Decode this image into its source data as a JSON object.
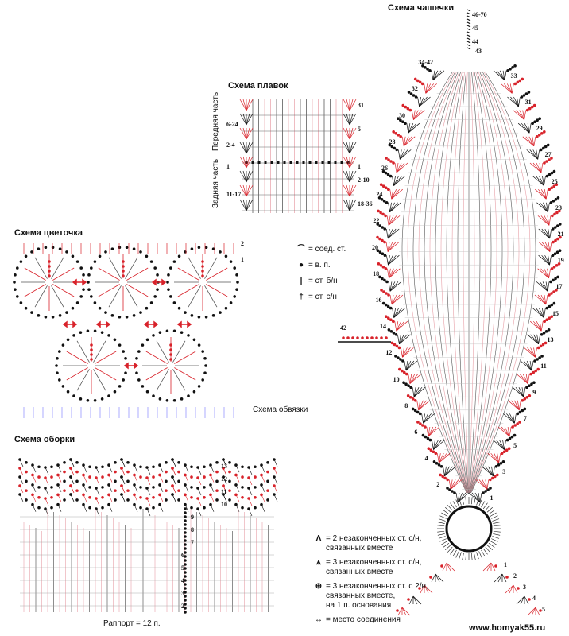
{
  "colors": {
    "ink": "#111111",
    "red": "#d8222a",
    "pink": "#e8a0a8"
  },
  "cup": {
    "title": "Схема чашечки",
    "top_labels": [
      "46-70",
      "45",
      "44"
    ],
    "left_labels": [
      "34-42",
      "32",
      "30",
      "28",
      "26",
      "24",
      "22",
      "20",
      "18",
      "16",
      "14",
      "12",
      "10",
      "8",
      "6",
      "4",
      "2"
    ],
    "right_labels": [
      "43",
      "33",
      "31",
      "29",
      "27",
      "25",
      "23",
      "21",
      "19",
      "17",
      "15",
      "13",
      "11",
      "9",
      "7",
      "5",
      "3",
      "1"
    ],
    "strand_label": "42",
    "bottom_labels": [
      "1",
      "2",
      "3",
      "4",
      "5"
    ]
  },
  "fins": {
    "title": "Схема плавок",
    "front": "Передняя часть",
    "back": "Задняя часть",
    "left_labels": [
      "6-24",
      "2-4",
      "1",
      "11-17"
    ],
    "right_labels": [
      "31",
      "5",
      "1",
      "2-10",
      "18-36"
    ]
  },
  "flower": {
    "title": "Схема цветочка",
    "edging_title": "Схема обвязки",
    "row_labels": [
      "2",
      "1"
    ]
  },
  "legend_basic": [
    {
      "icon": "slip-stitch-icon",
      "text": "= соед. ст."
    },
    {
      "icon": "chain-icon",
      "text": "= в. п."
    },
    {
      "icon": "single-crochet-icon",
      "text": "= ст. б/н"
    },
    {
      "icon": "double-crochet-icon",
      "text": "= ст. с/н"
    }
  ],
  "frill": {
    "title": "Схема оборки",
    "repeat": "Раппорт = 12 п.",
    "row_labels": [
      "13",
      "12",
      "11",
      "10",
      "9",
      "8",
      "7",
      "6",
      "5",
      "4",
      "3",
      "2"
    ]
  },
  "legend_advanced": [
    {
      "icon": "two-dc-together-icon",
      "text": "= 2 незаконченных ст. с/н,\nсвязанных вместе"
    },
    {
      "icon": "three-dc-together-icon",
      "text": "= 3 незаконченных ст. с/н,\nсвязанных вместе"
    },
    {
      "icon": "three-tr-cluster-icon",
      "text": "= 3 незаконченных ст. с 2/н,\nсвязанных вместе,\nна 1 п. основания"
    },
    {
      "icon": "join-arrow-icon",
      "text": "= место соединения"
    }
  ],
  "watermark": "www.homyak55.ru"
}
